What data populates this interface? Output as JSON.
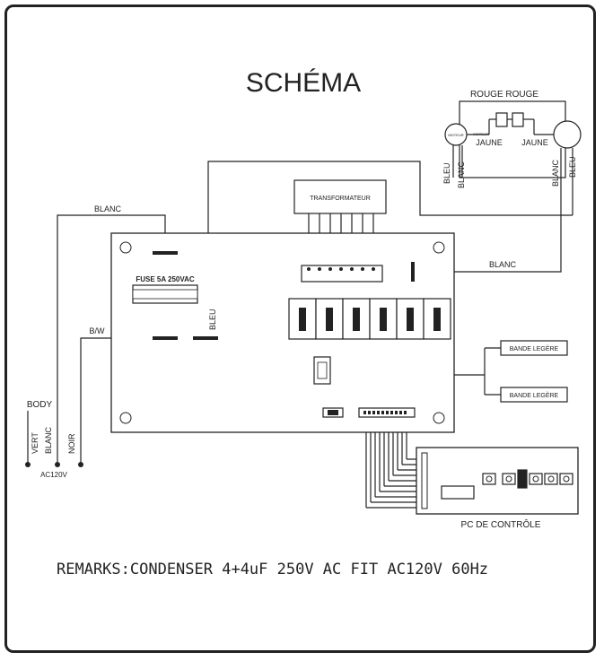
{
  "title": "SCHÉMA",
  "labels": {
    "rouge_rouge": "ROUGE ROUGE",
    "moteur_left": "MOTEUR",
    "moteur_mid": "MOTEUR",
    "jaune_left": "JAUNE",
    "jaune_right": "JAUNE",
    "bleu_left": "BLEU",
    "blanc_left": "BLANC",
    "blanc_right": "BLANC",
    "bleu_right": "BLEU",
    "transformer": "TRANSFORMATEUR",
    "blanc_top": "BLANC",
    "blanc_mid": "BLANC",
    "fuse": "FUSE 5A 250VAC",
    "bleu_board": "BLEU",
    "bw": "B/W",
    "body": "BODY",
    "vert": "VERT",
    "blanc_ac": "BLANC",
    "noir": "NOIR",
    "ac120": "AC120V",
    "bande1": "BANDE LEGÈRE",
    "bande2": "BANDE LEGÈRE",
    "control": "PC DE CONTRÔLE",
    "remarks": "REMARKS:CONDENSER 4+4uF 250V AC FIT AC120V 60Hz"
  }
}
